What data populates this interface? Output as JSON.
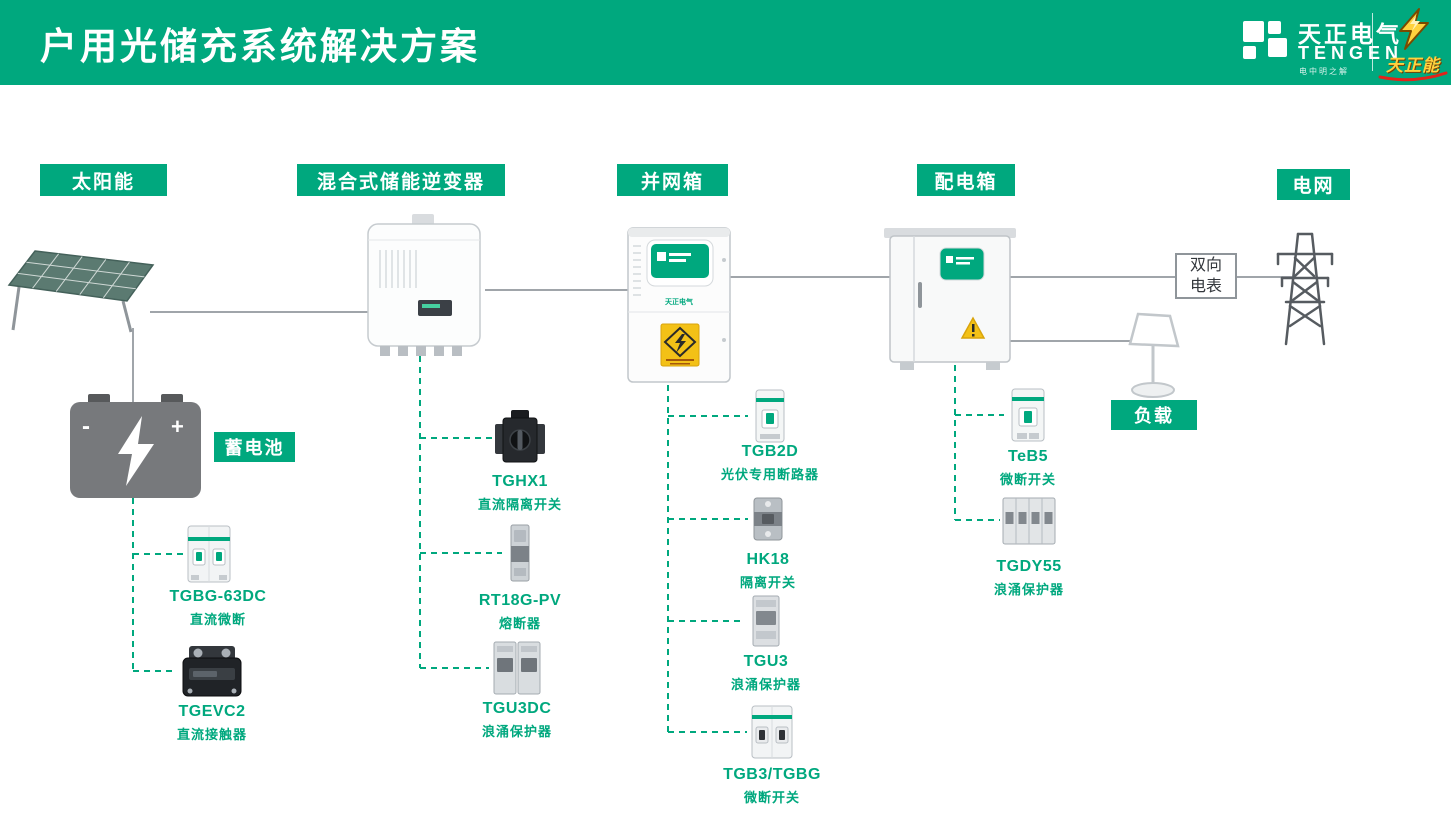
{
  "colors": {
    "brand_green": "#00A87E",
    "line_gray": "#A0A5AA",
    "warning_yellow": "#F3C117",
    "badge_yellow": "#FFD23E",
    "swoosh_red": "#E2231A"
  },
  "header": {
    "title": "户用光储充系统解决方案",
    "brand_name": "天正电气",
    "brand_latin": "TENGEN",
    "brand_tagline": "电中明之解",
    "badge_text": "天正能"
  },
  "labels": {
    "solar": "太阳能",
    "hybrid_inverter": "混合式储能逆变器",
    "grid_connection_box": "并网箱",
    "distribution_box": "配电箱",
    "power_grid": "电网",
    "battery": "蓄电池",
    "load": "负载",
    "meter_line1": "双向",
    "meter_line2": "电表",
    "gridbox_door_brand": "天正电气"
  },
  "components": {
    "tgbg63dc": {
      "name": "TGBG-63DC",
      "desc": "直流微断"
    },
    "tgevc2": {
      "name": "TGEVC2",
      "desc": "直流接触器"
    },
    "tghx1": {
      "name": "TGHX1",
      "desc": "直流隔离开关"
    },
    "rt18g_pv": {
      "name": "RT18G-PV",
      "desc": "熔断器"
    },
    "tgu3dc": {
      "name": "TGU3DC",
      "desc": "浪涌保护器"
    },
    "tgb2d": {
      "name": "TGB2D",
      "desc": "光伏专用断路器"
    },
    "hk18": {
      "name": "HK18",
      "desc": "隔离开关"
    },
    "tgu3": {
      "name": "TGU3",
      "desc": "浪涌保护器"
    },
    "tgb3_tgbg": {
      "name": "TGB3/TGBG",
      "desc": "微断开关"
    },
    "teb5": {
      "name": "TeB5",
      "desc": "微断开关"
    },
    "tgdy55": {
      "name": "TGDY55",
      "desc": "浪涌保护器"
    }
  }
}
